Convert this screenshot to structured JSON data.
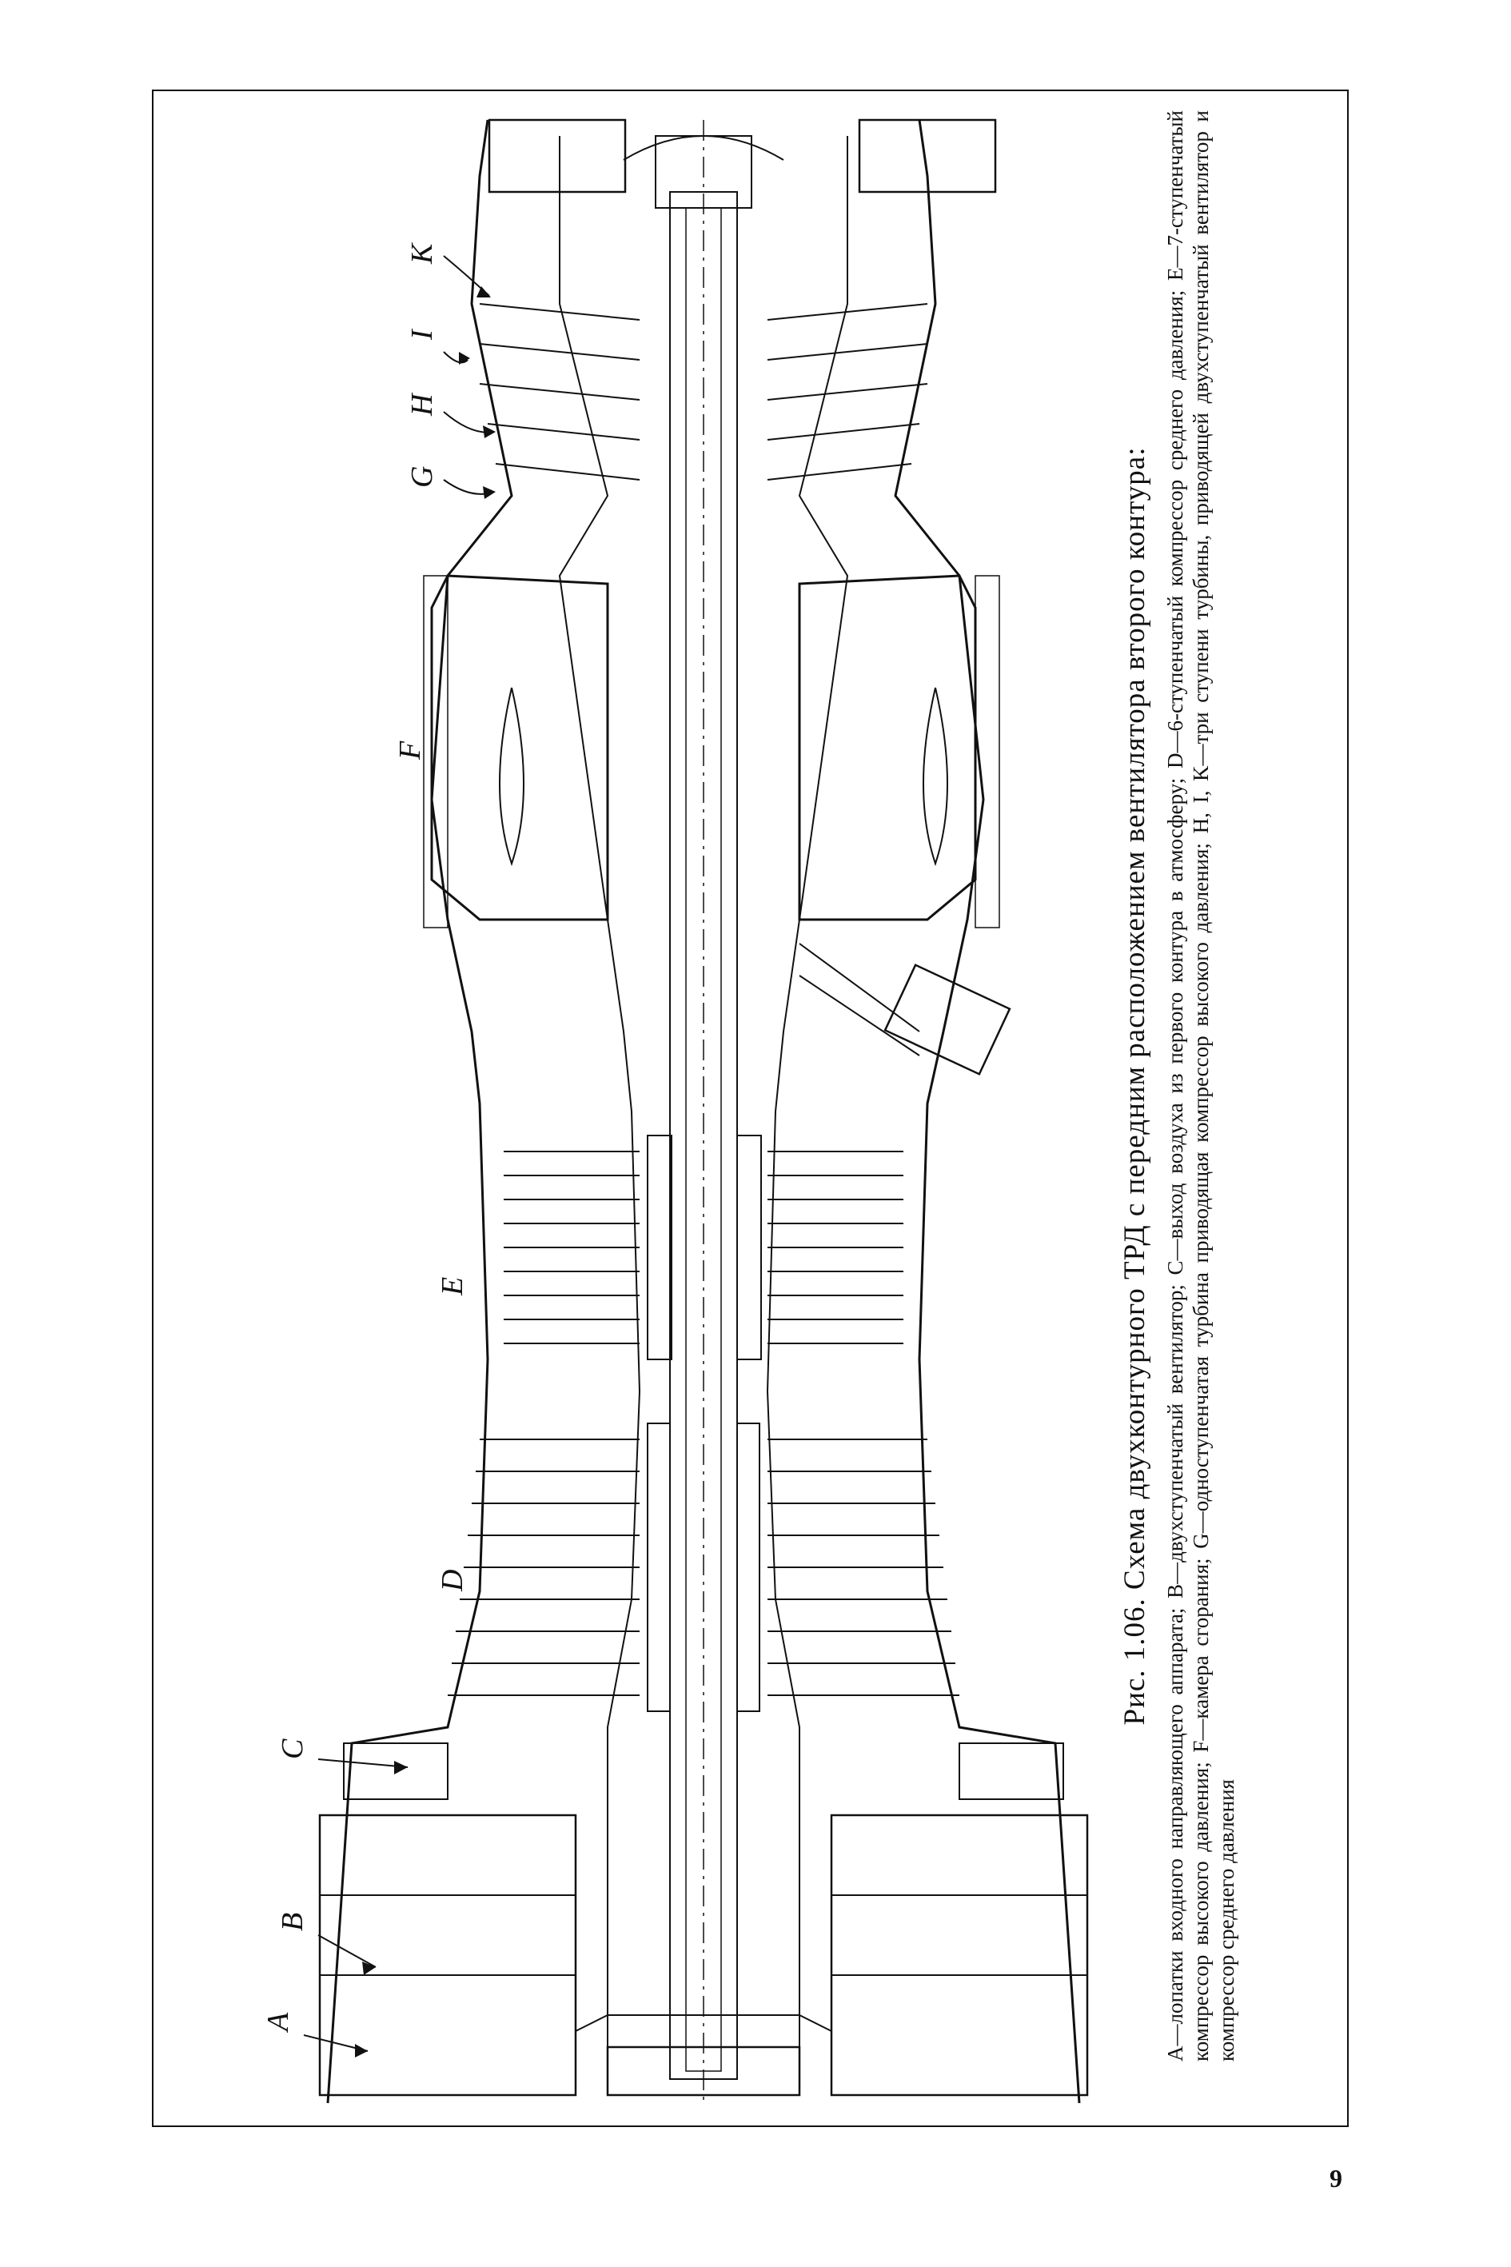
{
  "figure": {
    "title": "Рис. 1.06. Схема двухконтурного ТРД с передним расположением вентилятора второго контура:",
    "legend": "A—лопатки входного направляющего аппарата; B—двухступенчатый вентилятор; C—выход воздуха из первого контура в атмосферу; D—6-ступенчатый компрессор среднего давления; E—7-ступенчатый компрессор высокого давления; F—камера сгорания; G—одноступенчатая турбина приводящая компрессор высокого давления; H, I, K—три ступени турбины, приводящей двухступенчатый вентилятор и компрессор среднего давления",
    "labels": {
      "A": "A",
      "B": "B",
      "C": "C",
      "D": "D",
      "E": "E",
      "F": "F",
      "G": "G",
      "H": "H",
      "I": "I",
      "K": "K"
    }
  },
  "page_number": "9"
}
